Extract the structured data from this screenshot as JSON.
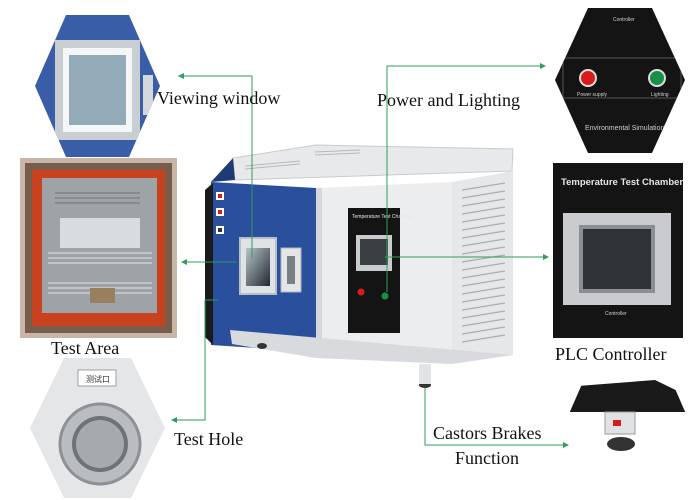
{
  "callouts": {
    "viewing_window": "Viewing window",
    "power_lighting": "Power and Lighting",
    "test_area": "Test Area",
    "plc_controller": "PLC Controller",
    "test_hole": "Test Hole",
    "castors_line1": "Castors Brakes",
    "castors_line2": "Function"
  },
  "panel_text": {
    "power_supply": "Power supply",
    "lighting": "Lighting",
    "controller": "Controller",
    "environmental": "Environmental Simulation",
    "chamber_title": "Temperature Test Chamber",
    "hole_plate": "测试口"
  },
  "colors": {
    "door_blue": "#2a4f9c",
    "leader_green": "#2f9e5a",
    "panel_black": "#141414",
    "red_button": "#d81c1c",
    "green_button": "#1a8f4a"
  }
}
